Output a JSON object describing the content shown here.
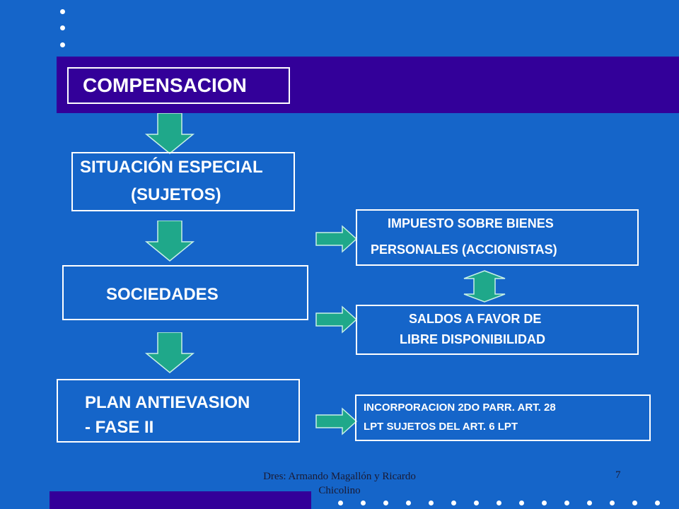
{
  "title": "COMPENSACION",
  "left_flow": {
    "situacion_line1": "SITUACIÓN  ESPECIAL",
    "situacion_line2": "(SUJETOS)",
    "sociedades": "SOCIEDADES",
    "plan_line1": "PLAN ANTIEVASION",
    "plan_line2": "- FASE II"
  },
  "right_boxes": {
    "impuesto_line1": "IMPUESTO SOBRE BIENES",
    "impuesto_line2": "PERSONALES (ACCIONISTAS)",
    "saldos_line1": "SALDOS A FAVOR DE",
    "saldos_line2": "LIBRE DISPONIBILIDAD",
    "incorp_line1": "INCORPORACION  2DO PARR. ART. 28",
    "incorp_line2": "LPT  SUJETOS DEL ART. 6 LPT"
  },
  "footer": {
    "author_line1": "Dres: Armando Magallón y Ricardo",
    "author_line2": "Chicolino",
    "page_number": "7"
  },
  "colors": {
    "background": "#1565c9",
    "band": "#330099",
    "arrow_fill": "#1fa88a",
    "text": "#ffffff"
  }
}
